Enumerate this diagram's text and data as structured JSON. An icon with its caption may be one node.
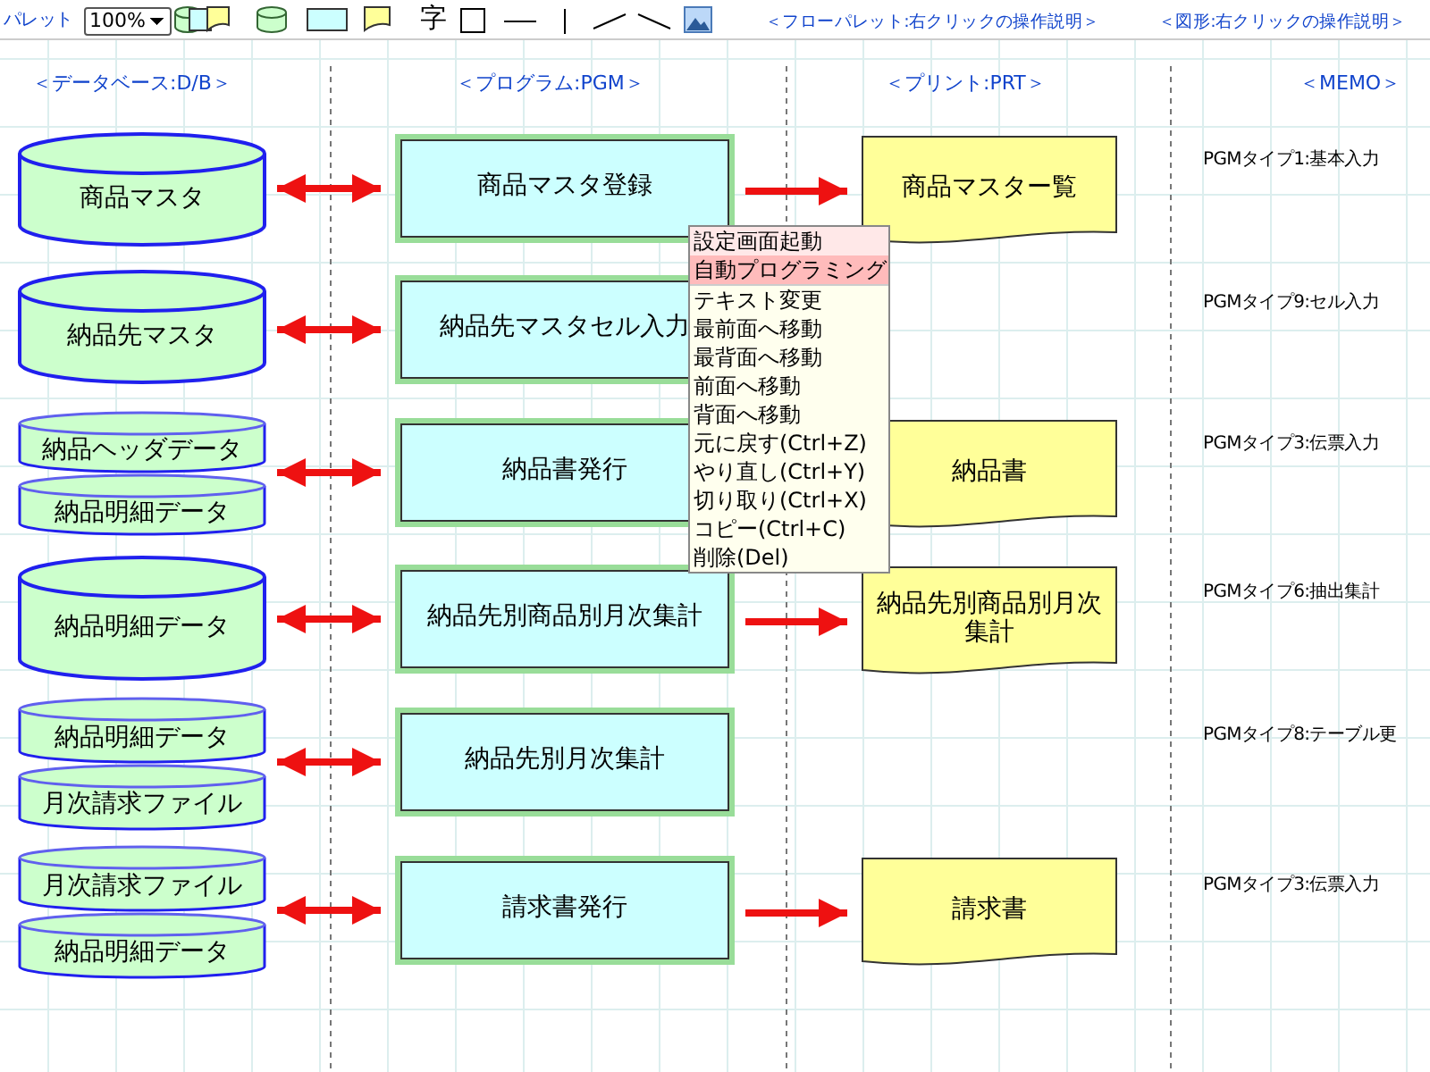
{
  "diagram": {
    "nodes": [
      {
        "text": [
          "商品マスタ"
        ]
      },
      {
        "text": [
          "商品マスタ登録"
        ]
      },
      {
        "text": [
          "商品マスター覧"
        ]
      },
      {
        "text": [
          "納品先マスタ"
        ]
      },
      {
        "text": [
          "納品先マスタセル入力"
        ]
      },
      {
        "text": [
          "納品ヘッダデータ",
          "納品明細データ"
        ]
      },
      {
        "text": [
          "納品書発行"
        ]
      },
      {
        "text": [
          "納品書"
        ]
      },
      {
        "text": [
          "納品明細データ"
        ]
      },
      {
        "text": [
          "納品先別商品別月次集計"
        ]
      },
      {
        "text": [
          "納品先別商品別月次集計"
        ]
      },
      {
        "text": [
          "納品明細データ",
          "月次請求ファイル"
        ]
      },
      {
        "text": [
          "納品先別月次集計"
        ]
      },
      {
        "text": [
          "月次請求ファイル",
          "納品明細データ"
        ]
      },
      {
        "text": [
          "請求書発行"
        ]
      },
      {
        "text": [
          "請求書"
        ]
      }
    ],
    "edges": [
      {
        "from": 0,
        "to": 1,
        "arrow": "both"
      },
      {
        "from": 1,
        "to": 2,
        "arrow": "to"
      },
      {
        "from": 3,
        "to": 4,
        "arrow": "both"
      },
      {
        "from": 5,
        "to": 6,
        "arrow": "both"
      },
      {
        "from": 8,
        "to": 9,
        "arrow": "both"
      },
      {
        "from": 9,
        "to": 10,
        "arrow": "to"
      },
      {
        "from": 11,
        "to": 12,
        "arrow": "both"
      },
      {
        "from": 13,
        "to": 14,
        "arrow": "both"
      },
      {
        "from": 14,
        "to": 15,
        "arrow": "to"
      }
    ],
    "labels": [
      "パレット",
      "100%",
      "字",
      "＜フローパレット:右クリックの操作説明＞",
      "＜図形:右クリックの操作説明＞",
      "＜データベース:D/B＞",
      "＜プログラム:PGM＞",
      "＜プリント:PRT＞",
      "＜MEMO＞",
      "PGMタイプ1:基本入力",
      "PGMタイプ9:セル入力",
      "PGMタイプ3:伝票入力",
      "PGMタイプ6:抽出集計",
      "PGMタイプ8:テーブル更",
      "PGMタイプ3:伝票入力",
      "設定画面起動",
      "自動プログラミング",
      "テキスト変更",
      "最前面へ移動",
      "最背面へ移動",
      "前面へ移動",
      "背面へ移動",
      "元に戻す(Ctrl+Z)",
      "やり直し(Ctrl+Y)",
      "切り取り(Ctrl+X)",
      "コピー(Ctrl+C)",
      "削除(Del)"
    ]
  }
}
